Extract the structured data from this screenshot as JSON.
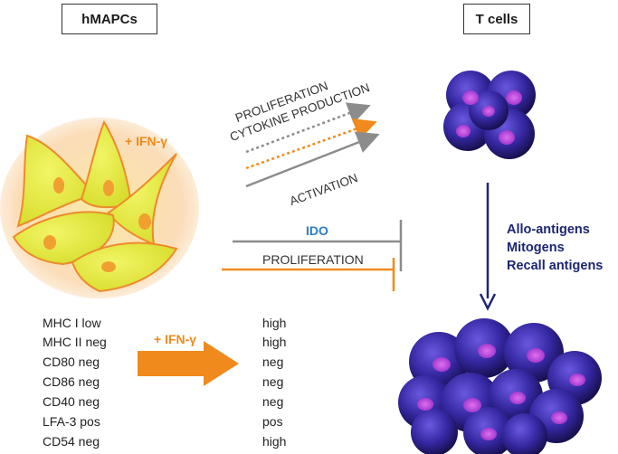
{
  "header": {
    "left_title": "hMAPCs",
    "right_title": "T cells"
  },
  "cell_panel": {
    "ifn_label": "+ IFN-γ"
  },
  "interactions": {
    "proliferation": "PROLIFERATION",
    "cytokine": "CYTOKINE PRODUCTION",
    "activation": "ACTIVATION",
    "ido": "IDO",
    "inhibited_proliferation": "PROLIFERATION"
  },
  "stimuli": [
    "Allo-antigens",
    "Mitogens",
    "Recall antigens"
  ],
  "marker_table": {
    "arrow_label": "+ IFN-γ",
    "rows": [
      {
        "marker": "MHC I low",
        "after": "high"
      },
      {
        "marker": "MHC II neg",
        "after": "high"
      },
      {
        "marker": "CD80 neg",
        "after": "neg"
      },
      {
        "marker": "CD86 neg",
        "after": "neg"
      },
      {
        "marker": "CD40 neg",
        "after": "neg"
      },
      {
        "marker": "LFA-3 pos",
        "after": "pos"
      },
      {
        "marker": "CD54 neg",
        "after": "high"
      }
    ]
  },
  "colors": {
    "orange": "#f08a1c",
    "gray": "#8c8c8c",
    "navy": "#1d2672",
    "cell_yellow": "#e8ec3a",
    "tcell_blue": "#3a2fa0",
    "tcell_magenta": "#c04ad0"
  }
}
